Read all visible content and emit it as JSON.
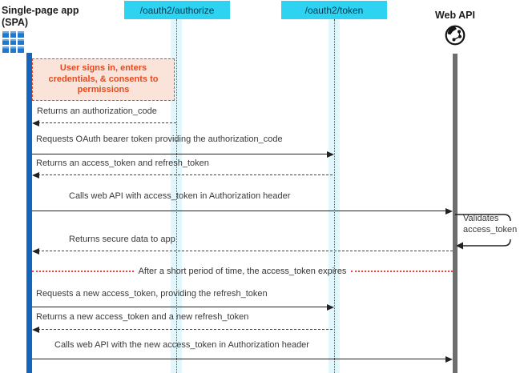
{
  "actors": {
    "spa": {
      "title": "Single-page app",
      "subtitle": "(SPA)",
      "icon": "app-grid-icon"
    },
    "authorize_endpoint": {
      "label": "/oauth2/authorize"
    },
    "token_endpoint": {
      "label": "/oauth2/token"
    },
    "web_api": {
      "title": "Web API",
      "icon": "globe-network-icon"
    }
  },
  "note": {
    "text": "User signs in, enters credentials, & consents to permissions"
  },
  "messages": [
    {
      "label": "Returns an authorization_code",
      "style": "dashed",
      "direction": "left"
    },
    {
      "label": "Requests OAuth bearer token providing the authorization_code",
      "style": "solid",
      "direction": "right"
    },
    {
      "label": "Returns an access_token and refresh_token",
      "style": "dashed",
      "direction": "left"
    },
    {
      "label": "Calls web API with access_token in Authorization header",
      "style": "solid",
      "direction": "right"
    },
    {
      "label": "Returns secure data to app",
      "style": "dashed",
      "direction": "left"
    },
    {
      "label": "Requests a new access_token, providing the refresh_token",
      "style": "solid",
      "direction": "right"
    },
    {
      "label": "Returns a new access_token and a new refresh_token",
      "style": "dashed",
      "direction": "left"
    },
    {
      "label": "Calls web API with the new access_token in Authorization header",
      "style": "solid",
      "direction": "right"
    }
  ],
  "self_message": {
    "line1": "Validates",
    "line2": "access_token"
  },
  "expiry": {
    "text": "After a short period of time, the access_token expires"
  },
  "colors": {
    "endpoint_bg": "#2ed3f2",
    "endpoint_text": "#00384f",
    "spa_activation": "#1565bf",
    "api_activation": "#6e6e6e",
    "note_bg": "#fae3d8",
    "note_accent": "#e8491d",
    "expiry_line": "#ff3b30",
    "lifeline_band": "#e1f7fc"
  }
}
